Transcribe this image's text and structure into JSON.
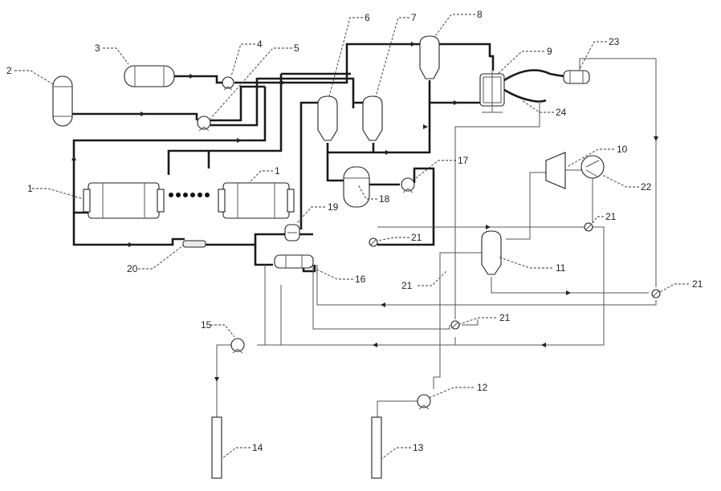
{
  "labels": {
    "l1a": "1",
    "l1b": "1",
    "l2": "2",
    "l3": "3",
    "l4": "4",
    "l5": "5",
    "l6": "6",
    "l7": "7",
    "l8": "8",
    "l9": "9",
    "l10": "10",
    "l11": "11",
    "l12": "12",
    "l13": "13",
    "l14": "14",
    "l15": "15",
    "l16": "16",
    "l17": "17",
    "l18": "18",
    "l19": "19",
    "l20": "20",
    "l21a": "21",
    "l21b": "21",
    "l21c": "21",
    "l21d": "21",
    "l21e": "21",
    "l22": "22",
    "l23": "23",
    "l24": "24"
  }
}
